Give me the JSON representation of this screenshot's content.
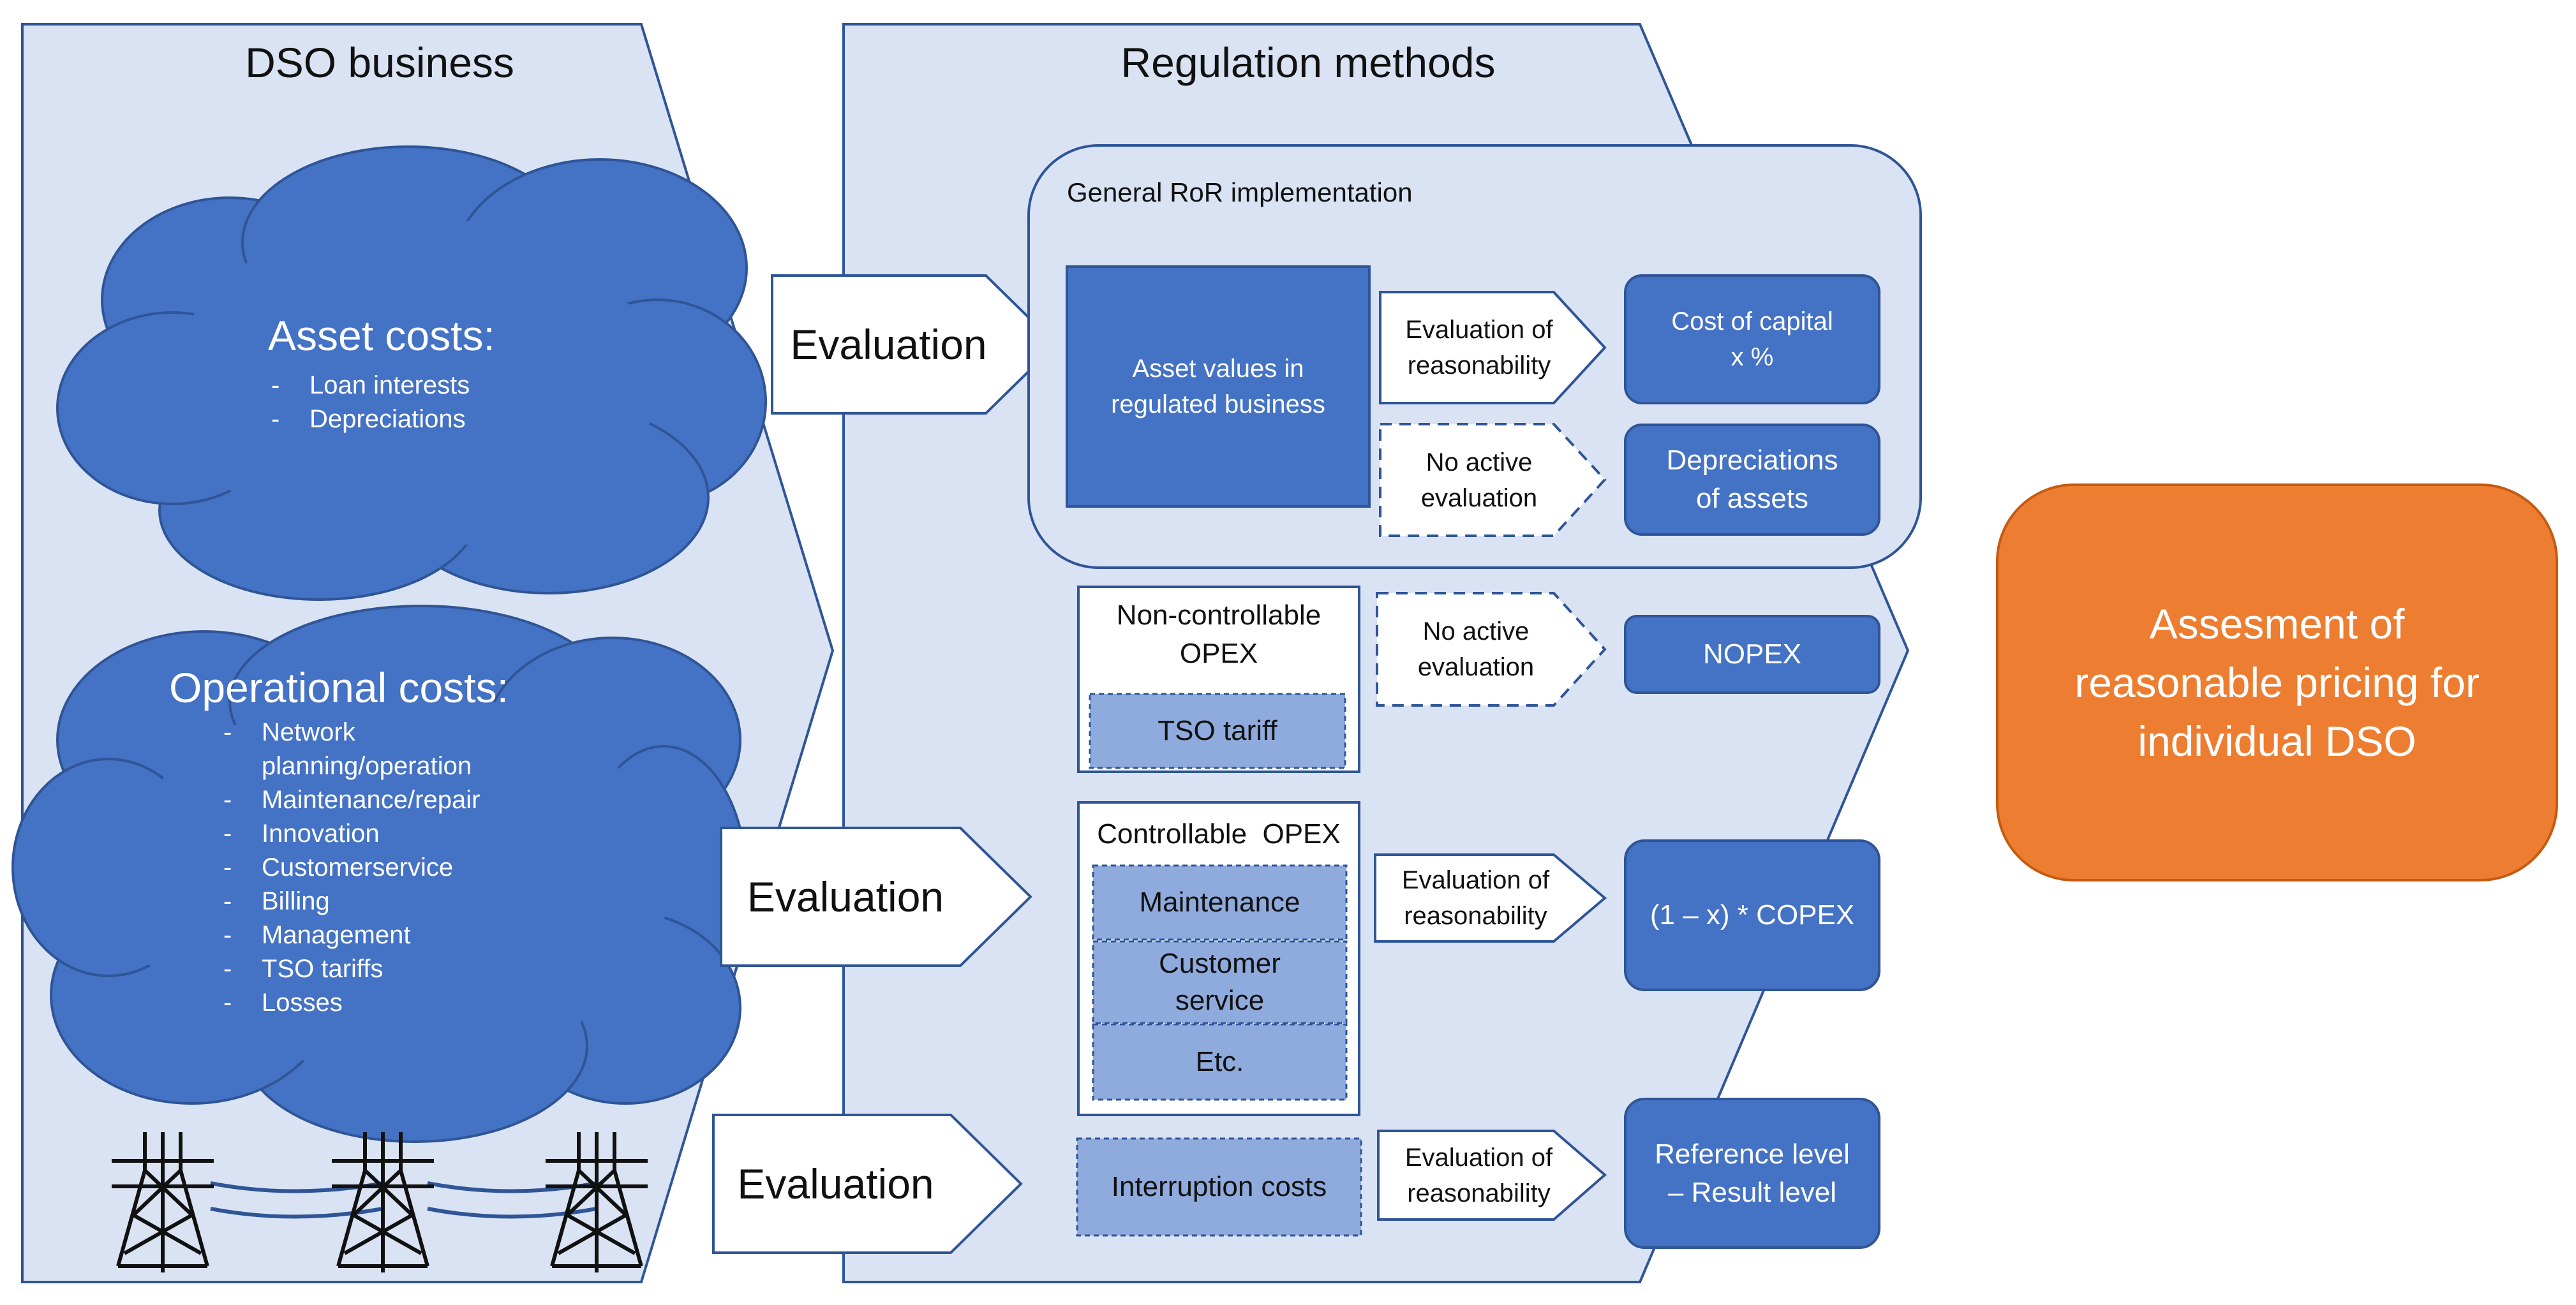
{
  "colors": {
    "panel_fill": "#dae3f3",
    "panel_stroke": "#2f5597",
    "box_blue": "#4472c4",
    "box_light": "#8faadc",
    "orange": "#ed7d31",
    "orange_stroke": "#c55a11"
  },
  "dso_business": {
    "title": "DSO business",
    "asset_costs": {
      "title": "Asset costs:",
      "items": [
        "Loan interests",
        "Depreciations"
      ]
    },
    "operational_costs": {
      "title": "Operational costs:",
      "items": [
        [
          "Network",
          "planning/operation"
        ],
        "Maintenance/repair",
        "Innovation",
        "Customerservice",
        "Billing",
        "Management",
        "TSO tariffs",
        "Losses"
      ]
    },
    "icons": [
      "transmission-tower-icon",
      "transmission-tower-icon",
      "transmission-tower-icon"
    ]
  },
  "regulation": {
    "title": "Regulation methods",
    "evaluation_labels": [
      "Evaluation",
      "Evaluation",
      "Evaluation"
    ],
    "ror": {
      "title": "General RoR implementation",
      "asset_values": [
        "Asset values in",
        "regulated business"
      ],
      "eval_reason_1": [
        "Evaluation of",
        "reasonability"
      ],
      "no_active_1": [
        "No active",
        "evaluation"
      ],
      "cost_of_capital": [
        "Cost of capital",
        "x %"
      ],
      "depreciations": [
        "Depreciations",
        "of assets"
      ]
    },
    "noncontrollable": {
      "title": [
        "Non-controllable",
        "OPEX"
      ],
      "tso_tariff": "TSO tariff",
      "no_active": [
        "No active",
        "evaluation"
      ],
      "nopex": "NOPEX"
    },
    "controllable": {
      "title": "Controllable  OPEX",
      "items": [
        "Maintenance",
        [
          "Customer",
          "service"
        ],
        "Etc."
      ],
      "eval_reason": [
        "Evaluation of",
        "reasonability"
      ],
      "copex": "(1 – x) * COPEX"
    },
    "interruption": {
      "label": "Interruption costs",
      "eval_reason": [
        "Evaluation of",
        "reasonability"
      ],
      "reference": [
        "Reference level",
        "– Result level"
      ]
    }
  },
  "assessment": [
    "Assesment of",
    "reasonable pricing for",
    "individual DSO"
  ]
}
